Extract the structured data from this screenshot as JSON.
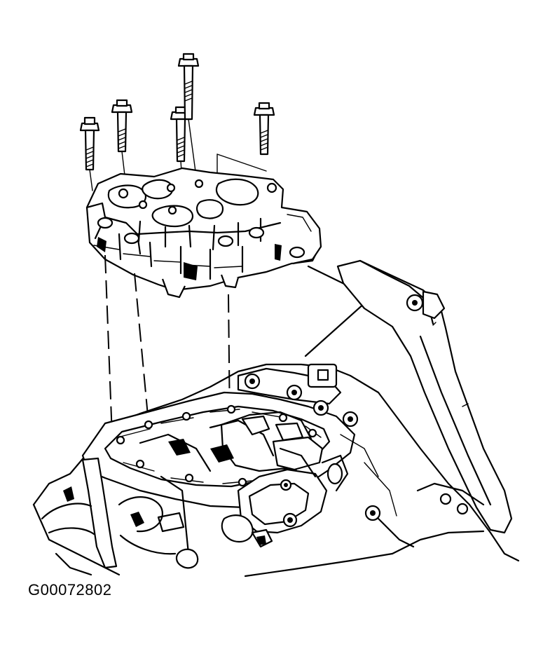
{
  "figure": {
    "id_label": "G00072802",
    "parts": [
      "valve-body-bolt",
      "valve-body-bolt",
      "valve-body-bolt",
      "valve-body-bolt",
      "valve-body-bolt",
      "valve-body",
      "transaxle-case",
      "manual-shaft-lever",
      "bracket"
    ]
  }
}
